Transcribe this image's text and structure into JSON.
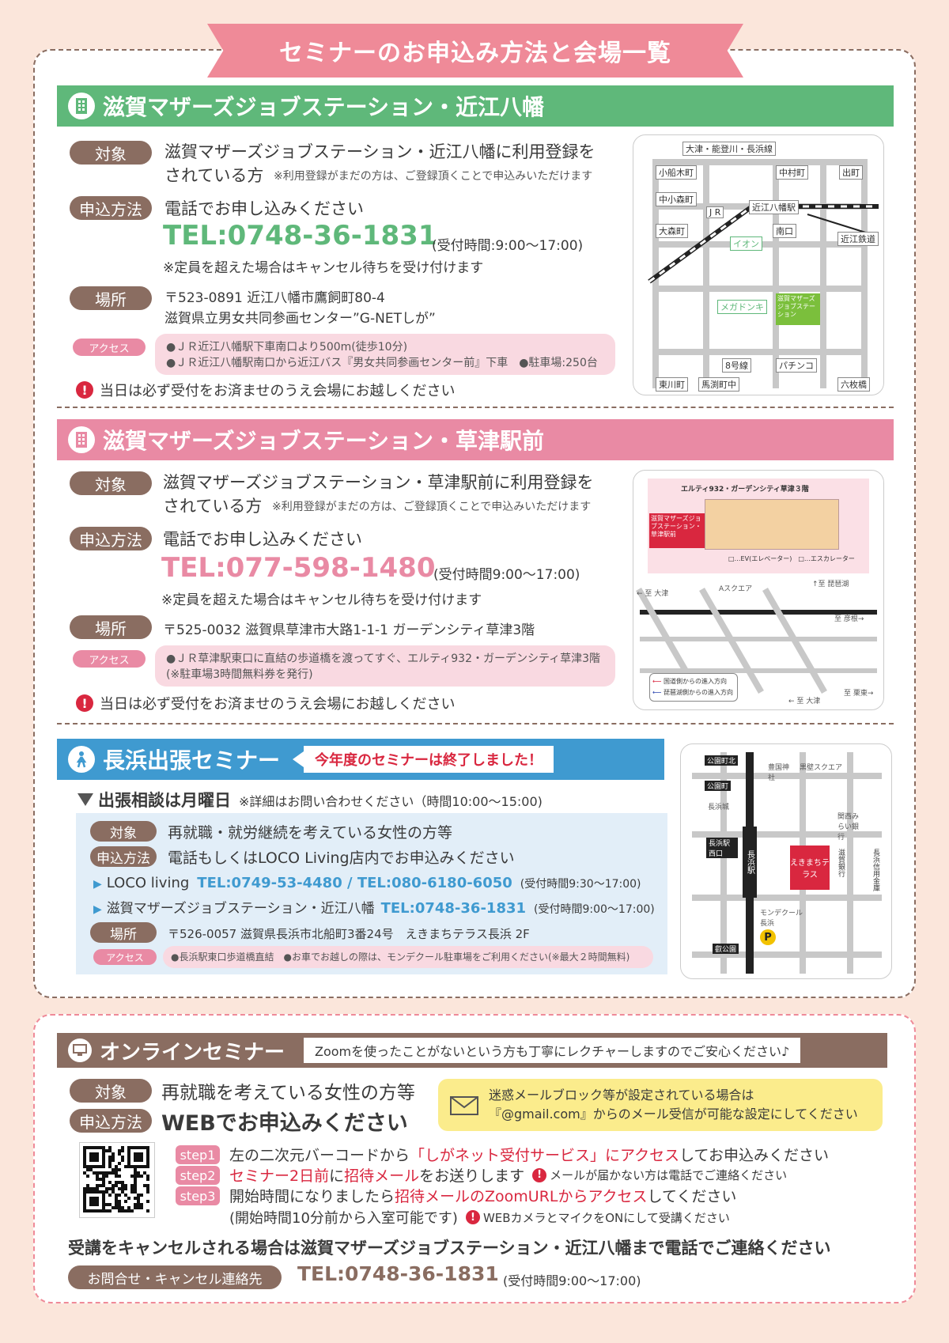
{
  "banner": {
    "title": "セミナーのお申込み方法と会場一覧"
  },
  "omi": {
    "header": "滋賀マザーズジョブステーション・近江八幡",
    "target_label": "対象",
    "target_text1": "滋賀マザーズジョブステーション・近江八幡に利用登録を",
    "target_text2": "されている方",
    "target_note": "※利用登録がまだの方は、ご登録頂くことで申込みいただけます",
    "method_label": "申込方法",
    "method_text": "電話でお申し込みください",
    "tel": "TEL:0748-36-1831",
    "tel_hours": "(受付時間:9:00〜17:00)",
    "cancel_note": "※定員を超えた場合はキャンセル待ちを受け付けます",
    "place_label": "場所",
    "place_line1": "〒523-0891 近江八幡市鷹飼町80-4",
    "place_line2": "滋賀県立男女共同参画センター”G-NETしが”",
    "access_label": "アクセス",
    "access_line1": "●ＪＲ近江八幡駅下車南口より500m(徒歩10分)",
    "access_line2": "●ＪＲ近江八幡駅南口から近江バス『男女共同参画センター前』下車　●駐車場:250台",
    "warning": "当日は必ず受付をお済ませのうえ会場にお越しください",
    "map": {
      "l1": "大津・能登川・長浜線",
      "l2": "小船木町",
      "l3": "中村町",
      "l4": "出町",
      "l5": "中小森町",
      "l6": "J R",
      "l7": "近江八幡駅",
      "l8": "南口",
      "l9": "大森町",
      "l10": "近江鉄道",
      "l11": "イオン",
      "l12": "メガドンキ",
      "l13": "滋賀マザーズジョブステーション",
      "l14": "8号線",
      "l15": "パチンコ",
      "l16": "東川町",
      "l17": "馬渕町中",
      "l18": "六枚橋"
    }
  },
  "kusatsu": {
    "header": "滋賀マザーズジョブステーション・草津駅前",
    "target_label": "対象",
    "target_text1": "滋賀マザーズジョブステーション・草津駅前に利用登録を",
    "target_text2": "されている方",
    "target_note": "※利用登録がまだの方は、ご登録頂くことで申込みいただけます",
    "method_label": "申込方法",
    "method_text": "電話でお申し込みください",
    "tel": "TEL:077-598-1480",
    "tel_hours": "(受付時間9:00〜17:00)",
    "cancel_note": "※定員を超えた場合はキャンセル待ちを受け付けます",
    "place_label": "場所",
    "place_line1": "〒525-0032 滋賀県草津市大路1-1-1 ガーデンシティ草津3階",
    "access_label": "アクセス",
    "access_line1": "●ＪＲ草津駅東口に直結の歩道橋を渡ってすぐ、エルティ932・ガーデンシティ草津3階",
    "access_line2": "(※駐車場3時間無料券を発行)",
    "warning": "当日は必ず受付をお済ませのうえ会場にお越しください",
    "map": {
      "title": "エルティ932・ガーデンシティ草津３階",
      "callout": "滋賀マザーズジョブステーション・草津駅前",
      "legend": "□…EV(エレベーター)　□…エスカレーター",
      "a": "Aスクエア",
      "otsu": "← 至 大津",
      "biwa": "↑至 琵琶湖",
      "hikone": "至 彦根→",
      "road1": "国道側からの進入方向",
      "road2": "琵琶湖側からの進入方向",
      "otsu2": "← 至 大津",
      "ritto": "至 栗東→"
    }
  },
  "nagahama": {
    "header": "長浜出張セミナー",
    "ended": "今年度のセミナーは終了しました！",
    "sub": "出張相談は月曜日",
    "sub_note": "※詳細はお問い合わせください（時間10:00〜15:00)",
    "target_label": "対象",
    "target_text": "再就職・就労継続を考えている女性の方等",
    "method_label": "申込方法",
    "method_text": "電話もしくはLOCO Living店内でお申込みください",
    "loco_name": "LOCO living",
    "loco_tel": "TEL:0749-53-4480 / TEL:080-6180-6050",
    "loco_hours": "(受付時間9:30〜17:00)",
    "omi_name": "滋賀マザーズジョブステーション・近江八幡",
    "omi_tel": "TEL:0748-36-1831",
    "omi_hours": "(受付時間9:00〜17:00)",
    "place_label": "場所",
    "place_text": "〒526-0057 滋賀県長浜市北船町3番24号　えきまちテラス長浜 2F",
    "access_label": "アクセス",
    "access_text": "●長浜駅東口歩道橋直結　●お車でお越しの際は、モンデクール駐車場をご利用ください(※最大２時間無料)",
    "map": {
      "m1": "公園町北",
      "m2": "公園町",
      "m3": "長浜城",
      "m4": "長浜駅西口",
      "m5": "長浜駅",
      "m6": "豊国神社",
      "m7": "黒壁スクエア",
      "m8": "関西みらい銀行",
      "m9": "滋賀銀行",
      "m10": "長浜信用金庫",
      "m11": "えきまちテラス",
      "m12": "モンデクール長浜",
      "m13": "叡公園"
    }
  },
  "online": {
    "header": "オンラインセミナー",
    "header_note": "Zoomを使ったことがないという方も丁寧にレクチャーしますのでご安心ください♪",
    "target_label": "対象",
    "target_text": "再就職を考えている女性の方等",
    "method_label": "申込方法",
    "method_text": "WEBでお申込みください",
    "mail_line1": "迷惑メールブロック等が設定されている場合は",
    "mail_line2": "『@gmail.com』からのメール受信が可能な設定にしてください",
    "step1": "step1",
    "step2": "step2",
    "step3": "step3",
    "s1a": "左の二次元バーコードから",
    "s1b": "「しがネット受付サービス」にアクセス",
    "s1c": "してお申込みください",
    "s2a": "セミナー2日前",
    "s2b": "に",
    "s2c": "招待メール",
    "s2d": "をお送りします",
    "s2note": "メールが届かない方は電話でご連絡ください",
    "s3a": "開始時間になりましたら",
    "s3b": "招待メールのZoomURLからアクセス",
    "s3c": "してください",
    "s3d": "(開始時間10分前から入室可能です)",
    "s3note": "WEBカメラとマイクをONにして受講ください",
    "cancel": "受講をキャンセルされる場合は滋賀マザーズジョブステーション・近江八幡まで電話でご連絡ください",
    "contact_label": "お問合せ・キャンセル連絡先",
    "contact_tel": "TEL:0748-36-1831",
    "contact_hours": "(受付時間9:00〜17:00)"
  },
  "colors": {
    "green": "#5fb87a",
    "pink": "#e98aa4",
    "blue": "#3f9ad0",
    "brown": "#8a6d61",
    "red": "#d9273f",
    "yellow": "#fbec8c"
  }
}
